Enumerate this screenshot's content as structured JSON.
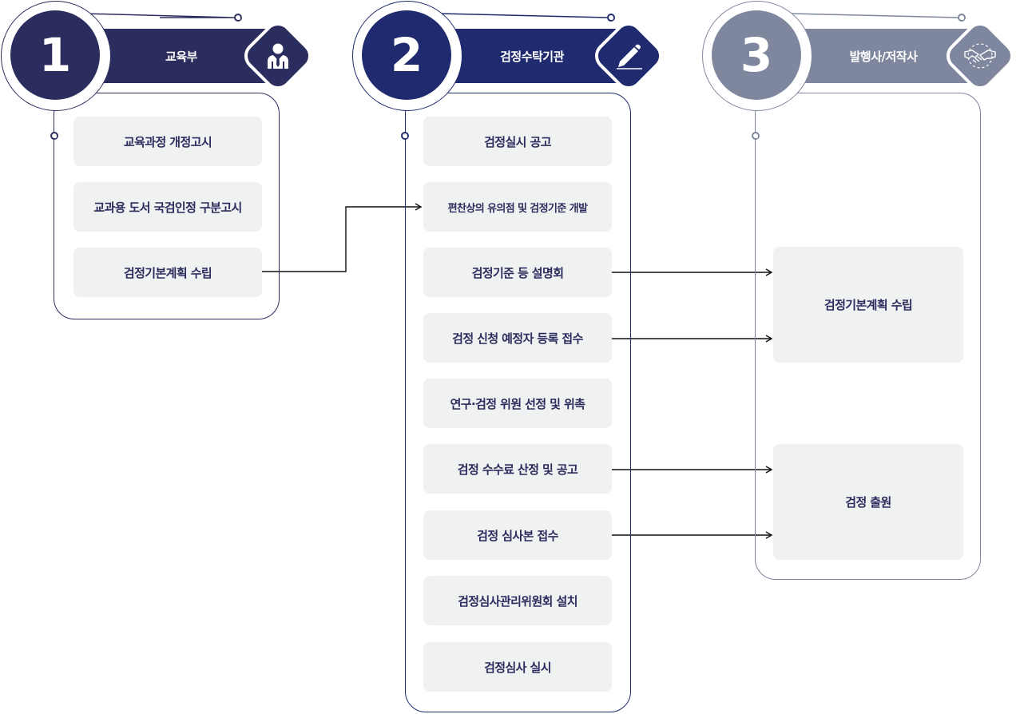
{
  "columns": [
    {
      "number": "1",
      "title": "교육부",
      "icon": "person-icon",
      "color": "#2b2d5e",
      "steps": [
        "교육과정 개정고시",
        "교과용 도서 국검인정 구분고시",
        "검정기본계획 수립"
      ]
    },
    {
      "number": "2",
      "title": "검정수탁기관",
      "icon": "pen-icon",
      "color": "#1f2b6e",
      "steps": [
        "검정실시 공고",
        "편찬상의 유의점 및 검정기준 개발",
        "검정기준 등 설명회",
        "검정 신청 예정자 등록 접수",
        "연구·검정 위원 선정 및 위촉",
        "검정 수수료 산정 및 공고",
        "검정 심사본 접수",
        "검정심사관리위원회 설치",
        "검정심사 실시"
      ]
    },
    {
      "number": "3",
      "title": "발행사/저작사",
      "icon": "handshake-icon",
      "color": "#7f879e",
      "steps": [
        "검정기본계획 수립",
        "검정 출원"
      ]
    }
  ]
}
